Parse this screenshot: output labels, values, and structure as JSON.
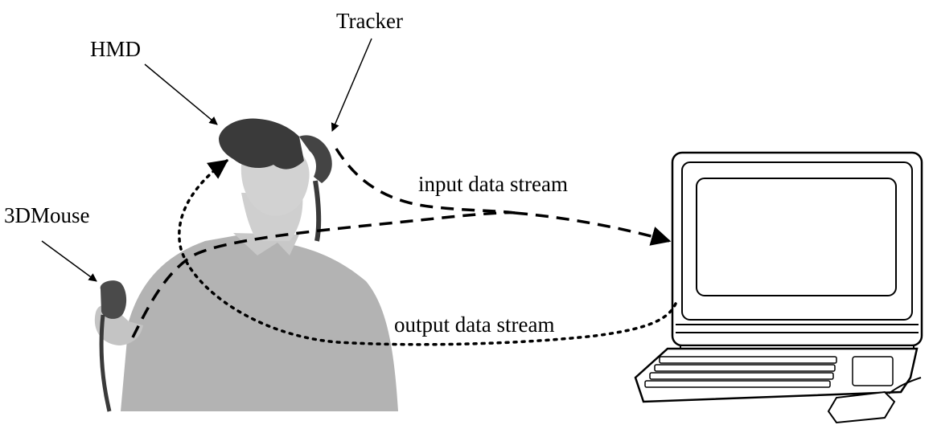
{
  "labels": {
    "hmd": "HMD",
    "tracker": "Tracker",
    "mouse": "3DMouse",
    "input_stream": "input data stream",
    "output_stream": "output data stream"
  },
  "colors": {
    "ink": "#000000",
    "photo_tone": "#a7a7a7",
    "photo_dark": "#3a3a3a",
    "screen": "#ffffff"
  }
}
